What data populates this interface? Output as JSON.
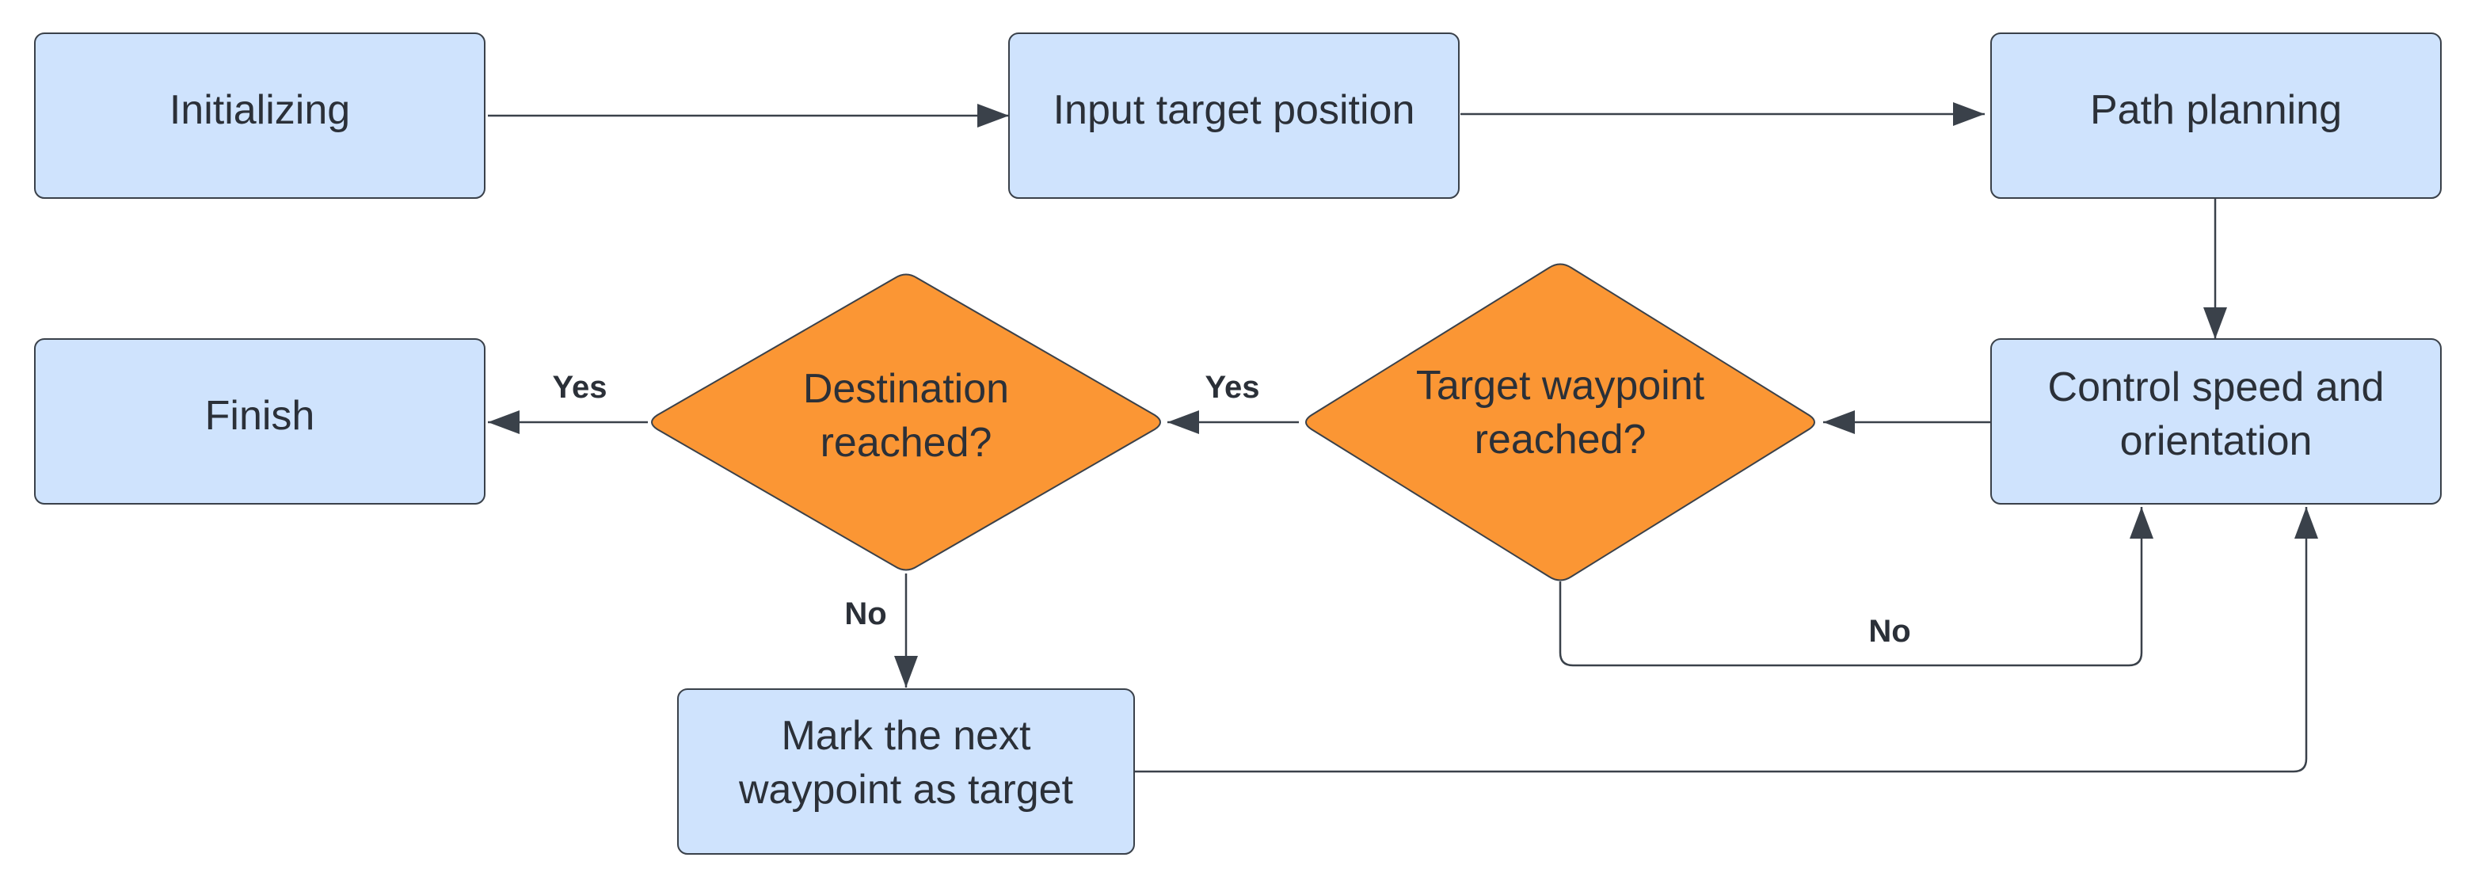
{
  "nodes": {
    "initializing": "Initializing",
    "input_target": "Input target position",
    "path_planning": "Path planning",
    "control": [
      "Control speed and",
      "orientation"
    ],
    "target_waypoint": [
      "Target waypoint",
      "reached?"
    ],
    "destination": [
      "Destination",
      "reached?"
    ],
    "finish": "Finish",
    "mark_next": [
      "Mark the next",
      "waypoint as target"
    ]
  },
  "edges": {
    "yes_waypoint": "Yes",
    "yes_destination": "Yes",
    "no_destination": "No",
    "no_waypoint": "No"
  },
  "colors": {
    "process_fill": "#cfe3fd",
    "decision_fill": "#fb9634",
    "stroke": "#3a414a"
  }
}
